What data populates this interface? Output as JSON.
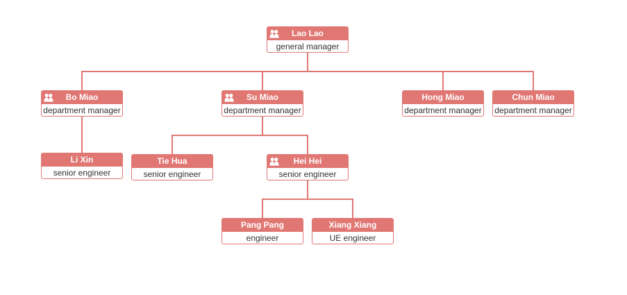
{
  "colors": {
    "accent": "#e07773",
    "line": "#e07773",
    "text": "#333333",
    "header_text": "#ffffff"
  },
  "org_chart": {
    "nodes": [
      {
        "id": "lao-lao",
        "name": "Lao Lao",
        "title": "general manager",
        "icon": "group-icon"
      },
      {
        "id": "bo-miao",
        "name": "Bo Miao",
        "title": "department manager",
        "icon": "group-icon"
      },
      {
        "id": "su-miao",
        "name": "Su Miao",
        "title": "department manager",
        "icon": "group-icon"
      },
      {
        "id": "hong-miao",
        "name": "Hong Miao",
        "title": "department manager",
        "icon": null
      },
      {
        "id": "chun-miao",
        "name": "Chun Miao",
        "title": "department manager",
        "icon": null
      },
      {
        "id": "li-xin",
        "name": "Li Xin",
        "title": "senior engineer",
        "icon": null
      },
      {
        "id": "tie-hua",
        "name": "Tie Hua",
        "title": "senior engineer",
        "icon": null
      },
      {
        "id": "hei-hei",
        "name": "Hei Hei",
        "title": "senior engineer",
        "icon": "group-icon"
      },
      {
        "id": "pang-pang",
        "name": "Pang Pang",
        "title": "engineer",
        "icon": null
      },
      {
        "id": "xiang-xiang",
        "name": "Xiang Xiang",
        "title": "UE engineer",
        "icon": null
      }
    ],
    "edges": [
      {
        "from": "lao-lao",
        "to": [
          "bo-miao",
          "su-miao",
          "hong-miao",
          "chun-miao"
        ]
      },
      {
        "from": "bo-miao",
        "to": [
          "li-xin"
        ]
      },
      {
        "from": "su-miao",
        "to": [
          "tie-hua",
          "hei-hei"
        ]
      },
      {
        "from": "hei-hei",
        "to": [
          "pang-pang",
          "xiang-xiang"
        ]
      }
    ]
  }
}
